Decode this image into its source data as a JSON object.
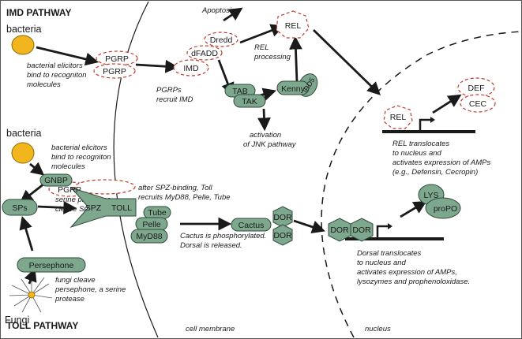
{
  "headers": {
    "imd": "IMD PATHWAY",
    "toll": "TOLL PATHWAY"
  },
  "labels": {
    "bacteria_top": "bacteria",
    "bacteria_mid": "bacteria",
    "fungi": "Fungi",
    "elicitors_top": [
      "bacterial elicitors",
      "bind to recogniton",
      "molecules"
    ],
    "elicitors_mid": [
      "bacterial elicitors",
      "bind to recogniton",
      "molecules"
    ],
    "pgrps_recruit": [
      "PGRPs",
      "recruit IMD"
    ],
    "apoptosis": "Apoptosis",
    "rel_processing": [
      "REL",
      "processing"
    ],
    "jnk": [
      "activation",
      "of JNK pathway"
    ],
    "rel_translocates": [
      "REL translocates",
      "to nucleus and",
      "activates expression of AMPs",
      "(e.g., Defensin, Cecropin)"
    ],
    "spz_binding": [
      "after SPZ-binding, Toll",
      "recruits MyD88, Pelle, Tube"
    ],
    "serine": [
      "serine proteases",
      "cleave Spatzle"
    ],
    "cactus_phos": [
      "Cactus is phosphorylated.",
      "Dorsal is released."
    ],
    "fungi_cleave": [
      "fungi cleave",
      "persephone, a serine",
      "protease"
    ],
    "dorsal_translocates": [
      "Dorsal translocates",
      "to nucleus and",
      "activates expression of AMPs,",
      "lysozymes and prophenoloxidase."
    ],
    "cell_membrane": "cell membrane",
    "nucleus": "nucleus"
  },
  "nodes": {
    "pgrp_a": "PGRP",
    "pgrp_b": "PGRP",
    "imd": "IMD",
    "dfadd": "dFADD",
    "dredd": "Dredd",
    "rel_cyto": "REL",
    "tab": "TAB",
    "tak": "TAK",
    "kenny": "Kenny",
    "ird5": "IRD5",
    "rel_nuc": "REL",
    "def": "DEF",
    "cec": "CEC",
    "gnbp": "GNBP",
    "pgrp_toll": "PGRP",
    "sps": "SPs",
    "spz": "SPZ",
    "toll": "TOLL",
    "tube": "Tube",
    "pelle": "Pelle",
    "myd88": "MyD88",
    "cactus": "Cactus",
    "dor_1": "DOR",
    "dor_2": "DOR",
    "dor_3": "DOR",
    "dor_4": "DOR",
    "lys": "LYS",
    "propo": "proPO",
    "persephone": "Persephone"
  },
  "colors": {
    "node_fill": "#7ea88e",
    "dashed_outline": "#c0392b",
    "bacteria": "#f2b51e",
    "ink": "#1a1a1a"
  }
}
